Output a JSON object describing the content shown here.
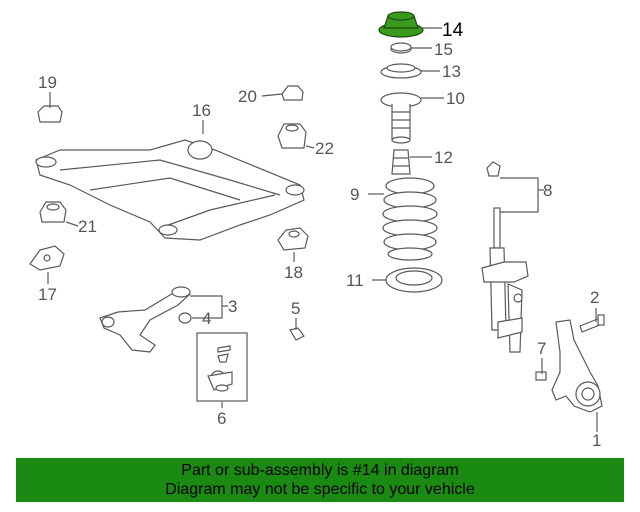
{
  "banner": {
    "line1": "Part or sub-assembly is #14 in diagram",
    "line2": "Diagram may not be specific to your vehicle",
    "color": "#1a8a12"
  },
  "highlight": {
    "part_number": "14",
    "color": "#3a9a1e"
  },
  "callouts": {
    "c1": "1",
    "c2": "2",
    "c3": "3",
    "c4": "4",
    "c5": "5",
    "c6": "6",
    "c7": "7",
    "c8": "8",
    "c9": "9",
    "c10": "10",
    "c11": "11",
    "c12": "12",
    "c13": "13",
    "c14": "14",
    "c15": "15",
    "c16": "16",
    "c17": "17",
    "c18": "18",
    "c19": "19",
    "c20": "20",
    "c21": "21",
    "c22": "22"
  }
}
